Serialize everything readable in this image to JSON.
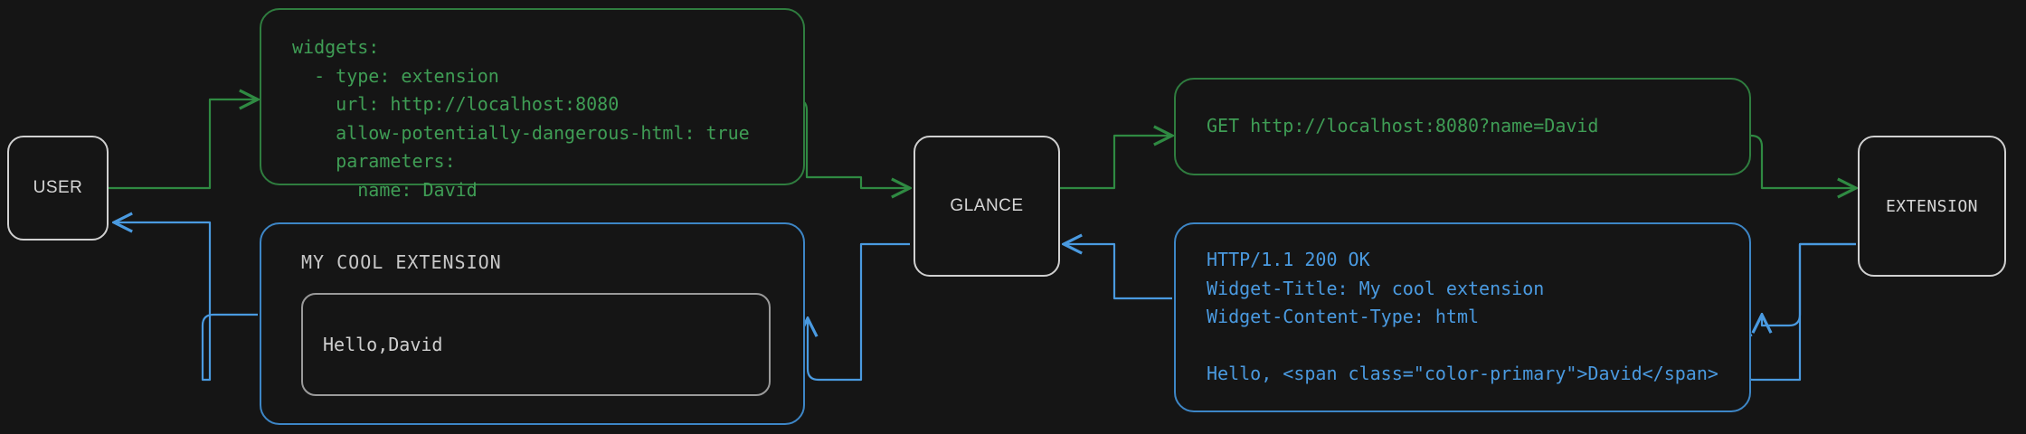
{
  "diagram": {
    "title": "Glance extension request flow",
    "background_color": "#151515",
    "colors": {
      "node_border": "#d0d0d0",
      "node_text": "#d6d6d6",
      "request_green": "#3f9d55",
      "request_green_border": "#2f7d3f",
      "response_blue": "#4a9ae0",
      "response_blue_border": "#3d86c6",
      "accent_orange": "#e8662a",
      "widget_card_border": "#9a9a9a"
    }
  },
  "nodes": {
    "user": {
      "label": "USER"
    },
    "glance": {
      "label": "GLANCE"
    },
    "extension": {
      "label": "EXTENSION"
    }
  },
  "boxes": {
    "config_yaml": {
      "kind": "request",
      "text": "widgets:\n  - type: extension\n    url: http://localhost:8080\n    allow-potentially-dangerous-html: true\n    parameters:\n      name: David"
    },
    "http_request": {
      "kind": "request",
      "text": "GET http://localhost:8080?name=David"
    },
    "http_response": {
      "kind": "response",
      "text": "HTTP/1.1 200 OK\nWidget-Title: My cool extension\nWidget-Content-Type: html\n\nHello, <span class=\"color-primary\">David</span>"
    },
    "rendered_widget": {
      "kind": "response",
      "title": "MY COOL EXTENSION",
      "greeting_prefix": "Hello, ",
      "greeting_name": "David"
    }
  },
  "edges": [
    {
      "name": "user-to-config",
      "from": "user",
      "to": "config_yaml",
      "direction": "request"
    },
    {
      "name": "config-to-glance",
      "from": "config_yaml",
      "to": "glance",
      "direction": "request"
    },
    {
      "name": "glance-to-request",
      "from": "glance",
      "to": "http_request",
      "direction": "request"
    },
    {
      "name": "request-to-extension",
      "from": "http_request",
      "to": "extension",
      "direction": "request"
    },
    {
      "name": "extension-to-response",
      "from": "extension",
      "to": "http_response",
      "direction": "response"
    },
    {
      "name": "response-to-glance",
      "from": "http_response",
      "to": "glance",
      "direction": "response"
    },
    {
      "name": "glance-to-widget",
      "from": "glance",
      "to": "rendered_widget",
      "direction": "response"
    },
    {
      "name": "widget-to-user",
      "from": "rendered_widget",
      "to": "user",
      "direction": "response"
    }
  ]
}
